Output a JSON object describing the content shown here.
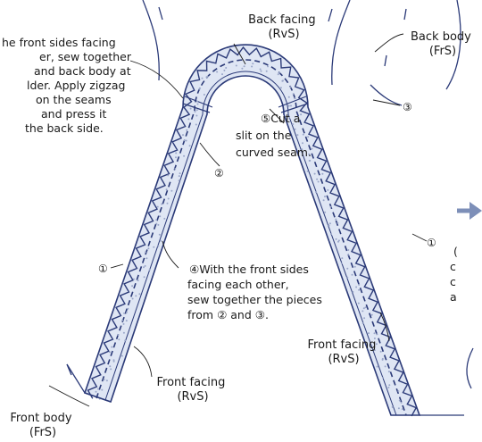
{
  "colors": {
    "outline": "#2b3a78",
    "fill": "#dfe6f4",
    "dots": "#9aa6c8",
    "arrow": "#7d8fb8",
    "text": "#1a1a1a"
  },
  "labels": {
    "back_facing": [
      "Back facing",
      "(RvS)"
    ],
    "back_body": [
      "Back body",
      "(FrS)"
    ],
    "front_facing_left": [
      "Front facing",
      "(RvS)"
    ],
    "front_facing_right": [
      "Front facing",
      "(RvS)"
    ],
    "front_body": [
      "Front body",
      "(FrS)"
    ]
  },
  "notes": {
    "step3": [
      "he front sides facing",
      "er, sew together",
      "and back body at",
      "lder. Apply zigzag",
      "on the seams",
      "and press it",
      "the back side."
    ],
    "step5": [
      "⑤Cut a",
      "slit on the",
      "curved seam."
    ],
    "step4": [
      "④With the front sides",
      "facing each other,",
      "sew together the pieces",
      "from ② and ③."
    ],
    "right_partial": [
      "(",
      "c",
      "c",
      "a"
    ]
  },
  "markers": {
    "m1": "①",
    "m2": "②",
    "m3": "③"
  }
}
